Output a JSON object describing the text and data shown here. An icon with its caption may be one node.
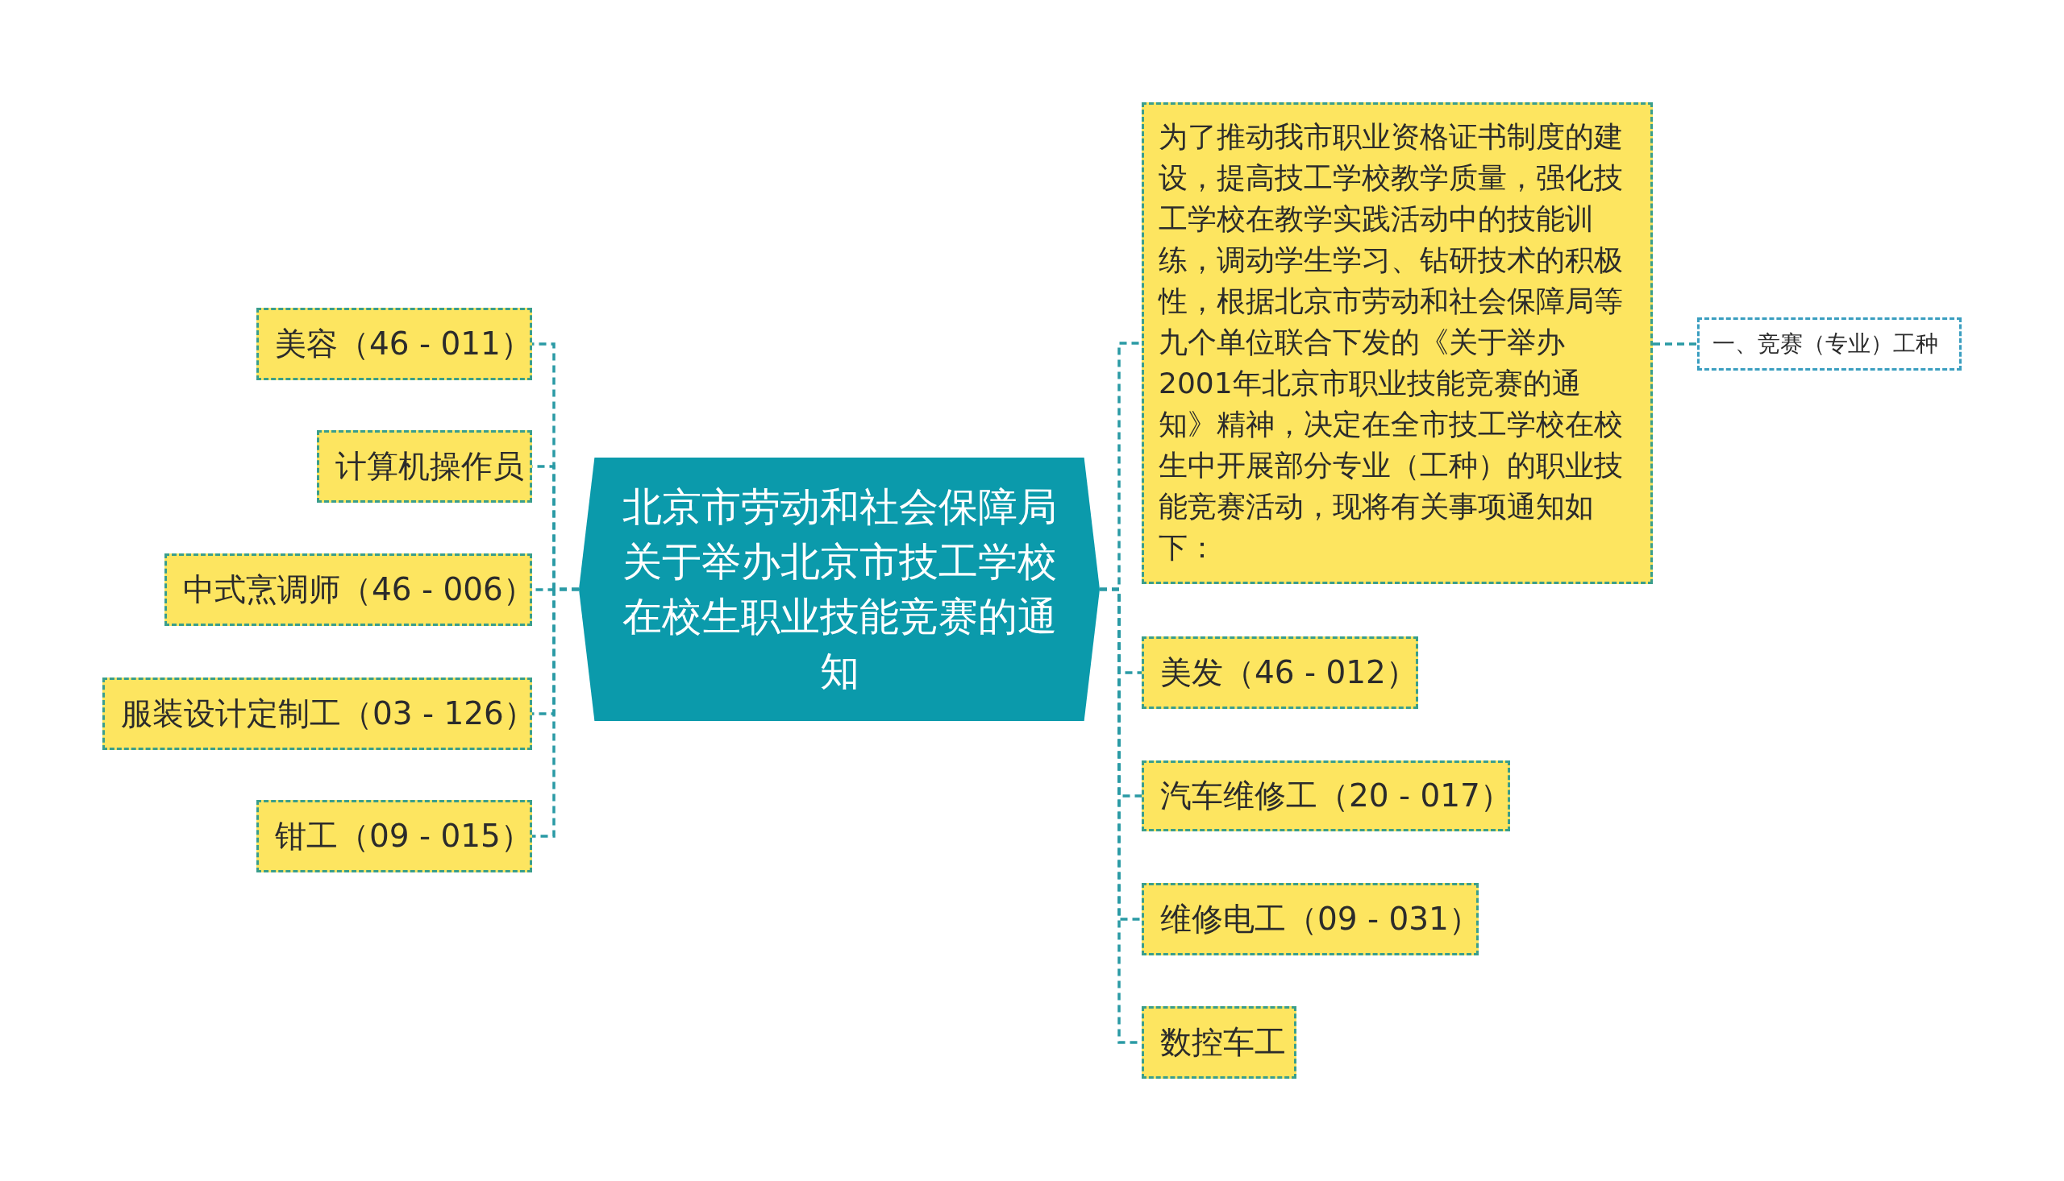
{
  "diagram": {
    "nodes": [
      {
        "text": [
          "北京市劳动和社会保障局关于举办北京市技工学校在校生职业技能竞赛的通知"
        ]
      },
      {
        "text": [
          "美容（46 - 011）"
        ]
      },
      {
        "text": [
          "计算机操作员"
        ]
      },
      {
        "text": [
          "中式烹调师（46 - 006）"
        ]
      },
      {
        "text": [
          "服装设计定制工（03 - 126）"
        ]
      },
      {
        "text": [
          "钳工（09 - 015）"
        ]
      },
      {
        "text": [
          "为了推动我市职业资格证书制度的建设，提高技工学校教学质量，强化技工学校在教学实践活动中的技能训练，调动学生学习、钻研技术的积极性，根据北京市劳动和社会保障局等九个单位联合下发的《关于举办2001年北京市职业技能竞赛的通知》精神，决定在全市技工学校在校生中开展部分专业（工种）的职业技能竞赛活动，现将有关事项通知如下："
        ]
      },
      {
        "text": [
          "一、竞赛（专业）工种"
        ]
      },
      {
        "text": [
          "美发（46 - 012）"
        ]
      },
      {
        "text": [
          "汽车维修工（20 - 017）"
        ]
      },
      {
        "text": [
          "维修电工（09 - 031）"
        ]
      },
      {
        "text": [
          "数控车工"
        ]
      }
    ],
    "edges": [
      {
        "from": 0,
        "to": 1,
        "arrow": "none"
      },
      {
        "from": 0,
        "to": 2,
        "arrow": "none"
      },
      {
        "from": 0,
        "to": 3,
        "arrow": "none"
      },
      {
        "from": 0,
        "to": 4,
        "arrow": "none"
      },
      {
        "from": 0,
        "to": 5,
        "arrow": "none"
      },
      {
        "from": 0,
        "to": 6,
        "arrow": "none"
      },
      {
        "from": 6,
        "to": 7,
        "arrow": "none"
      },
      {
        "from": 0,
        "to": 8,
        "arrow": "none"
      },
      {
        "from": 0,
        "to": 9,
        "arrow": "none"
      },
      {
        "from": 0,
        "to": 10,
        "arrow": "none"
      },
      {
        "from": 0,
        "to": 11,
        "arrow": "none"
      }
    ]
  }
}
